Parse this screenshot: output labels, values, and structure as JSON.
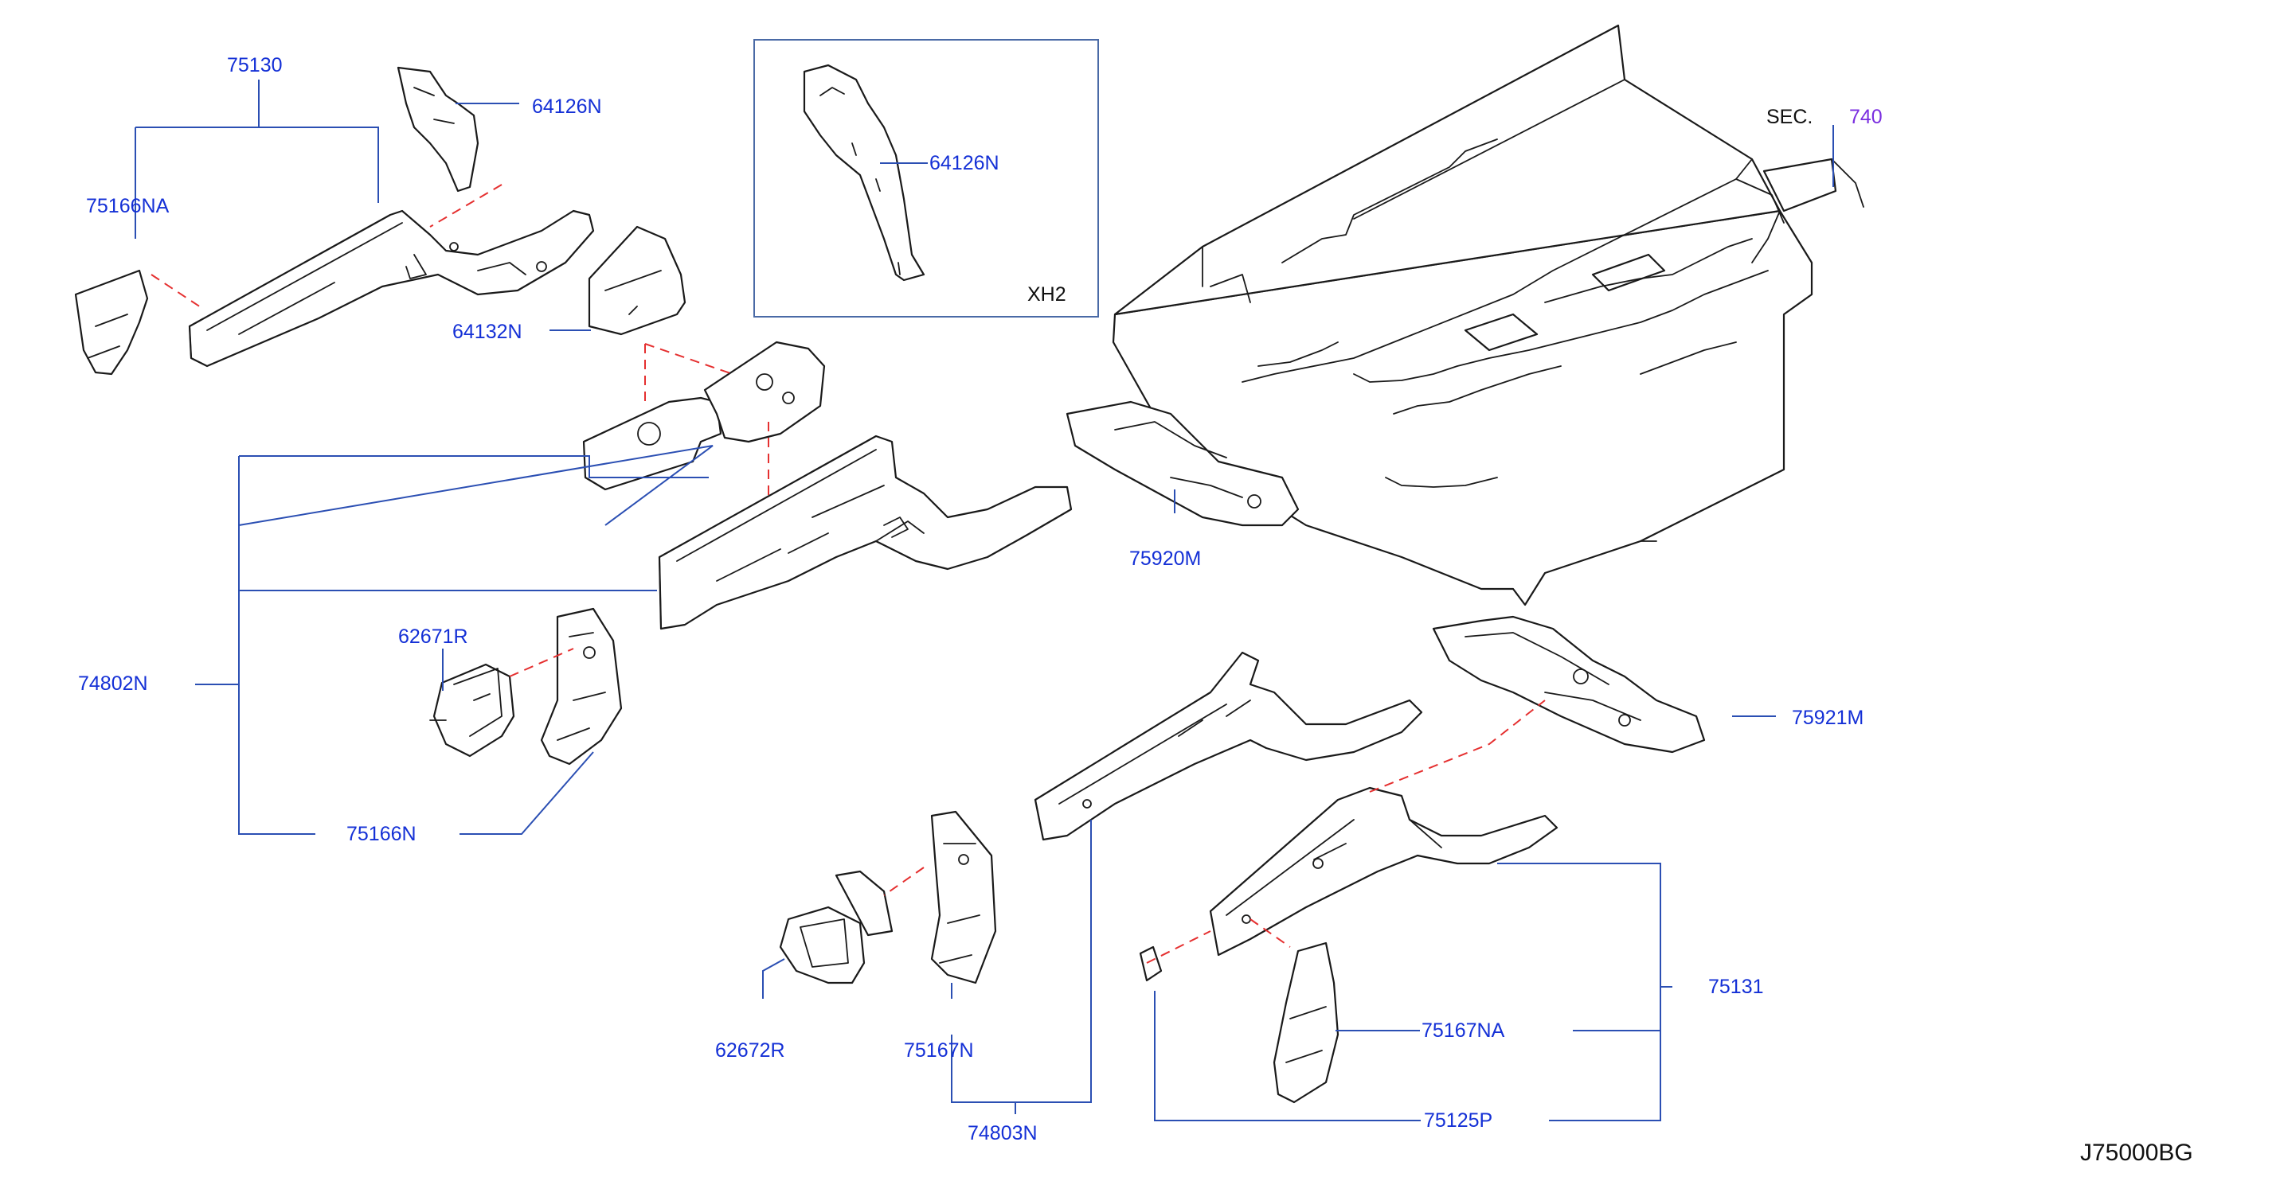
{
  "colors": {
    "part_label": "#1430d6",
    "leader_line": "#2b4fb3",
    "assembly_dash": "#e53030",
    "section_ref": "#7a2ee0",
    "outline": "#1a1a1a"
  },
  "labels": {
    "p75130": "75130",
    "p75166NA": "75166NA",
    "p64126N_top": "64126N",
    "p64132N": "64132N",
    "p74802N": "74802N",
    "p62671R": "62671R",
    "p75166N": "75166N",
    "p62672R": "62672R",
    "p75167N": "75167N",
    "p74803N": "74803N",
    "p75920M": "75920M",
    "p75921M": "75921M",
    "p75131": "75131",
    "p75167NA": "75167NA",
    "p75125P": "75125P"
  },
  "inset": {
    "part": "64126N",
    "variant": "XH2"
  },
  "section_ref": {
    "prefix": "SEC.",
    "number": "740"
  },
  "drawing_code": "J75000BG"
}
